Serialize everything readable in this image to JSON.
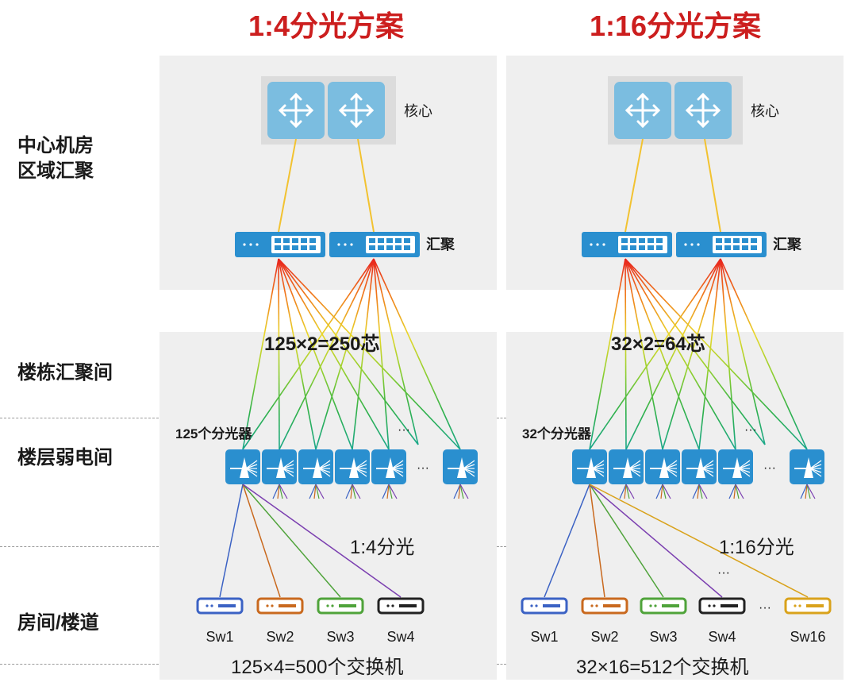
{
  "colors": {
    "title": "#cc1e1e",
    "device_blue": "#2a8fcf",
    "core_blue": "#7bbde0",
    "uplink": "#f2c230",
    "panel": "#efefef",
    "fibers": [
      "#e8231f",
      "#f07d1a",
      "#e9d82a",
      "#8fcf2e",
      "#2fb14a",
      "#1aa88a"
    ]
  },
  "row_labels": {
    "center": "中心机房\n区域汇聚",
    "building": "楼栋汇聚间",
    "floor": "楼层弱电间",
    "room": "房间/楼道"
  },
  "schemes": [
    {
      "title": "1:4分光方案",
      "core_label": "核心",
      "agg_label": "汇聚",
      "fiber_label": "125×2=250芯",
      "splitter_label": "125个分光器",
      "ellipsis": "···",
      "split_label": "1:4分光",
      "switches": [
        "Sw1",
        "Sw2",
        "Sw3",
        "Sw4"
      ],
      "switch_colors": [
        "#3b62c4",
        "#c9691e",
        "#4fa33a",
        "#222222"
      ],
      "total_label": "125×4=500个交换机"
    },
    {
      "title": "1:16分光方案",
      "core_label": "核心",
      "agg_label": "汇聚",
      "fiber_label": "32×2=64芯",
      "splitter_label": "32个分光器",
      "ellipsis": "···",
      "split_label": "1:16分光",
      "switches": [
        "Sw1",
        "Sw2",
        "Sw3",
        "Sw4",
        "Sw16"
      ],
      "switch_colors": [
        "#3b62c4",
        "#c9691e",
        "#4fa33a",
        "#222222",
        "#d9a21b"
      ],
      "total_label": "32×16=512个交换机"
    }
  ]
}
